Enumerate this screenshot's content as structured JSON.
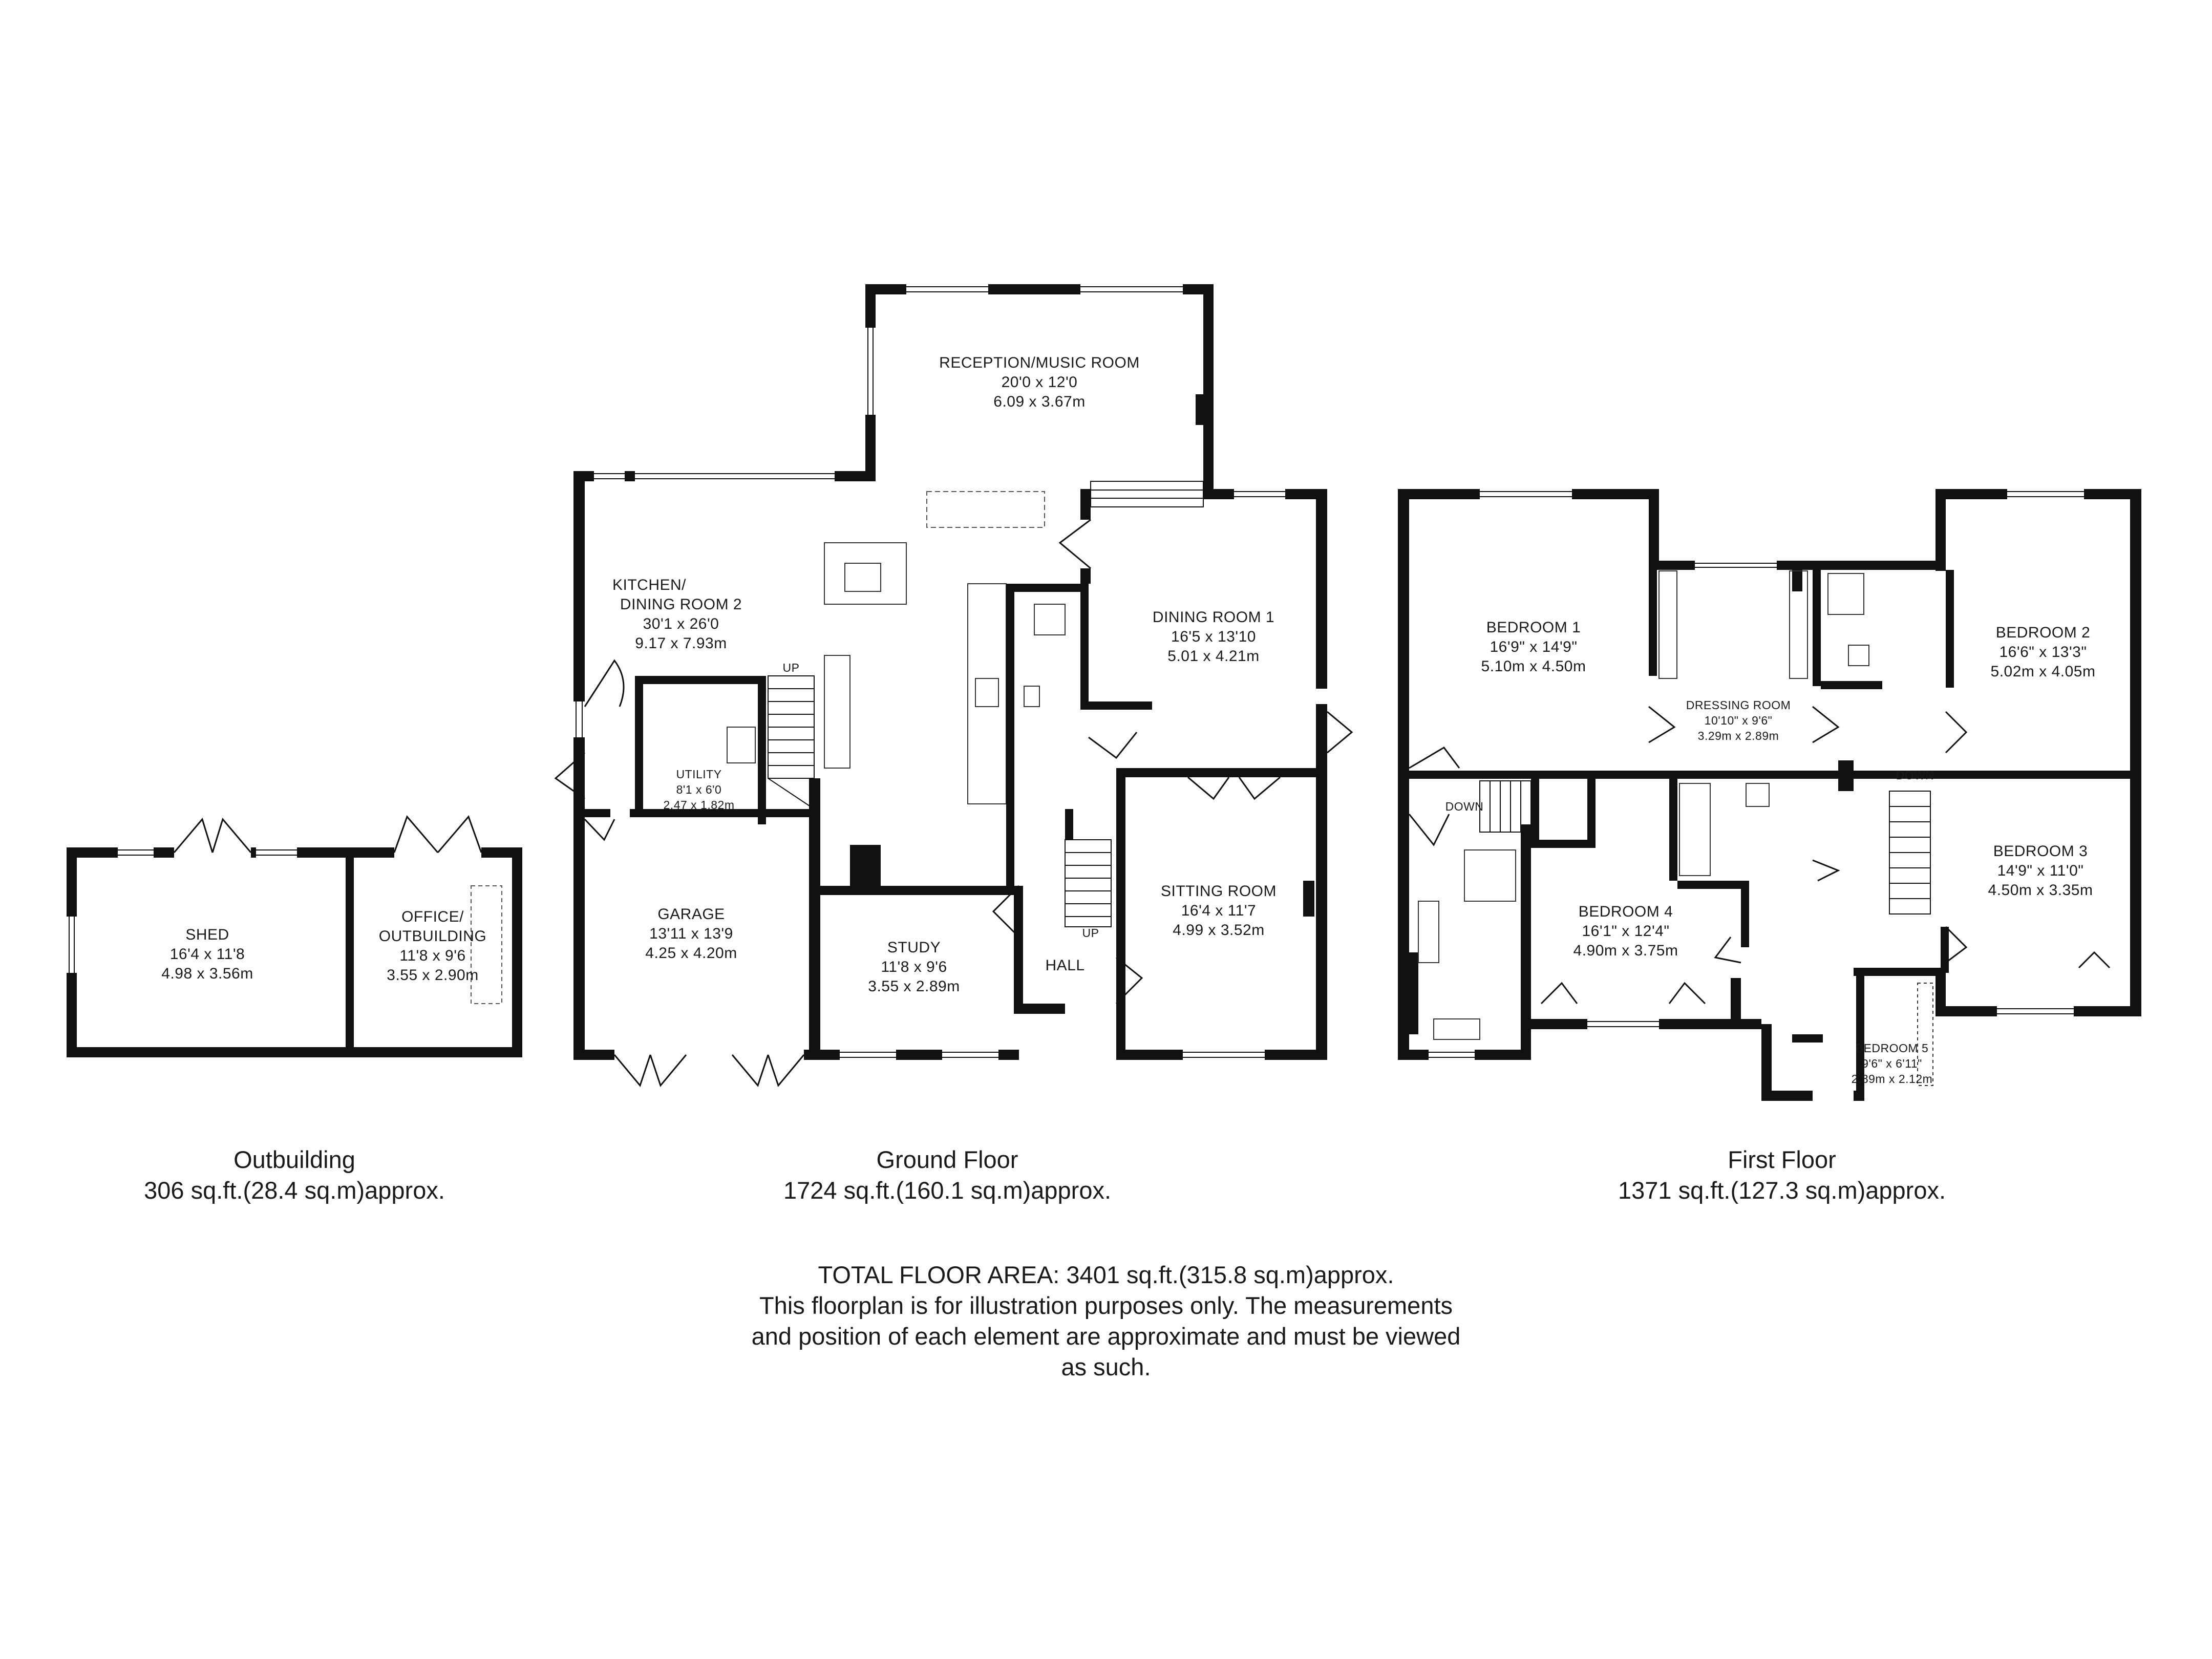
{
  "rooms": {
    "reception": {
      "name": "RECEPTION/MUSIC ROOM",
      "imperial": "20'0 x 12'0",
      "metric": "6.09 x 3.67m"
    },
    "kitchen": {
      "name1": "KITCHEN/",
      "name2": "DINING ROOM 2",
      "imperial": "30'1 x 26'0",
      "metric": "9.17 x 7.93m"
    },
    "dining1": {
      "name": "DINING ROOM 1",
      "imperial": "16'5 x 13'10",
      "metric": "5.01 x 4.21m"
    },
    "utility": {
      "name": "UTILITY",
      "imperial": "8'1 x 6'0",
      "metric": "2.47 x 1.82m"
    },
    "garage": {
      "name": "GARAGE",
      "imperial": "13'11 x 13'9",
      "metric": "4.25 x 4.20m"
    },
    "study": {
      "name": "STUDY",
      "imperial": "11'8 x 9'6",
      "metric": "3.55 x 2.89m"
    },
    "hall": {
      "name": "HALL"
    },
    "sitting": {
      "name": "SITTING ROOM",
      "imperial": "16'4 x 11'7",
      "metric": "4.99 x 3.52m"
    },
    "shed": {
      "name": "SHED",
      "imperial": "16'4 x 11'8",
      "metric": "4.98 x 3.56m"
    },
    "office": {
      "name1": "OFFICE/",
      "name2": "OUTBUILDING",
      "imperial": "11'8 x 9'6",
      "metric": "3.55 x 2.90m"
    },
    "bedroom1": {
      "name": "BEDROOM 1",
      "imperial": "16'9\" x 14'9\"",
      "metric": "5.10m x 4.50m"
    },
    "dressing": {
      "name": "DRESSING ROOM",
      "imperial": "10'10\" x 9'6\"",
      "metric": "3.29m x 2.89m"
    },
    "bedroom2": {
      "name": "BEDROOM 2",
      "imperial": "16'6\" x 13'3\"",
      "metric": "5.02m x 4.05m"
    },
    "bedroom3": {
      "name": "BEDROOM 3",
      "imperial": "14'9\" x 11'0\"",
      "metric": "4.50m x 3.35m"
    },
    "bedroom4": {
      "name": "BEDROOM 4",
      "imperial": "16'1\" x 12'4\"",
      "metric": "4.90m x 3.75m"
    },
    "bedroom5": {
      "name": "BEDROOM 5",
      "imperial": "9'6\" x 6'11\"",
      "metric": "2.89m x 2.12m"
    }
  },
  "stair_labels": {
    "up": "UP",
    "down": "DOWN"
  },
  "captions": {
    "outbuilding": {
      "title": "Outbuilding",
      "area": "306 sq.ft.(28.4 sq.m)approx."
    },
    "ground": {
      "title": "Ground Floor",
      "area": "1724 sq.ft.(160.1 sq.m)approx."
    },
    "first": {
      "title": "First Floor",
      "area": "1371 sq.ft.(127.3 sq.m)approx."
    }
  },
  "total": {
    "line1": "TOTAL FLOOR AREA: 3401 sq.ft.(315.8 sq.m)approx.",
    "line2": "This floorplan is for illustration purposes only. The measurements",
    "line3": "and position of each element are approximate and must be viewed",
    "line4": "as such."
  },
  "colors": {
    "wall": "#111111",
    "text": "#1a1a1a",
    "background": "#ffffff"
  }
}
